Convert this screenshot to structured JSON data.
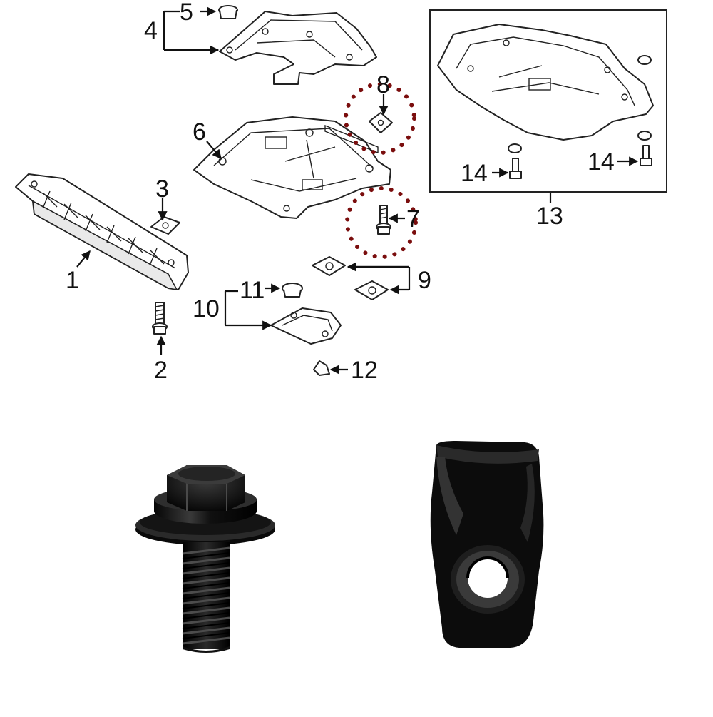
{
  "diagram": {
    "callouts": {
      "c1": "1",
      "c2": "2",
      "c3": "3",
      "c4": "4",
      "c5": "5",
      "c6": "6",
      "c7": "7",
      "c8": "8",
      "c9": "9",
      "c10": "10",
      "c11": "11",
      "c12": "12",
      "c13": "13",
      "c14a": "14",
      "c14b": "14"
    },
    "highlight_color": "#7a0d0d",
    "highlighted_parts": [
      "7",
      "8"
    ]
  },
  "photos": {
    "left": "flange-bolt-photo",
    "right": "u-nut-clip-photo"
  }
}
